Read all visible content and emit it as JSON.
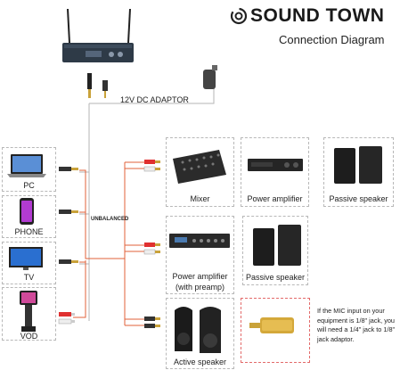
{
  "header": {
    "brand": "SOUND TOWN",
    "subtitle": "Connection Diagram"
  },
  "adaptor_label": "12V DC ADAPTOR",
  "unbalanced_label": "UNBALANCED",
  "sources": [
    {
      "label": "PC",
      "icon": "laptop-icon"
    },
    {
      "label": "PHONE",
      "icon": "phone-icon"
    },
    {
      "label": "TV",
      "icon": "tv-icon"
    },
    {
      "label": "VOD",
      "icon": "vod-kiosk-icon"
    }
  ],
  "outputs": {
    "mixer": "Mixer",
    "power_amplifier": "Power amplifier",
    "passive_speaker_top": "Passive speaker",
    "power_amp_preamp_line1": "Power amplifier",
    "power_amp_preamp_line2": "(with preamp)",
    "passive_speaker_mid": "Passive speaker",
    "active_speaker": "Active speaker"
  },
  "note": "If the MIC input on your equipment is 1/8\" jack, you will need a 1/4\" jack to 1/8\" jack adaptor.",
  "colors": {
    "wire_red": "#e0603a",
    "wire_gray": "#b0b0b0",
    "note_border": "#e36a6a",
    "dashed_border": "#b8b8b8"
  }
}
